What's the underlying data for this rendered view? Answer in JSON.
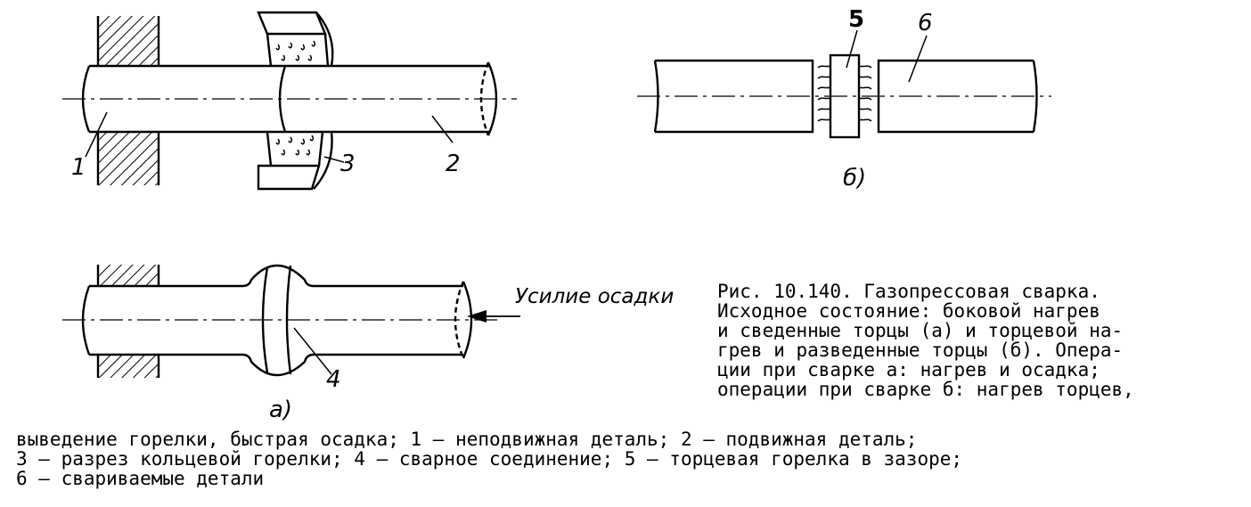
{
  "figure": {
    "part_labels": {
      "n1": "1",
      "n2": "2",
      "n3": "3",
      "n4": "4",
      "n5": "5",
      "n6": "6"
    },
    "subfigure_labels": {
      "a": "а)",
      "b": "б)"
    },
    "force_label": "Усилие осадки"
  },
  "caption": {
    "top_lines": [
      "Рис. 10.140. Газопрессовая  сварка.",
      "Исходное состояние: боковой нагрев",
      "и сведенные торцы (а) и торцевой на-",
      "грев и разведенные торцы (б). Опера-",
      "ции при сварке а: нагрев и осадка;",
      "операции при сварке б: нагрев торцев,"
    ],
    "bottom_lines": [
      "выведение горелки,  быстрая  осадка; 1 — неподвижная деталь; 2 — подвижная деталь;",
      "3 — разрез кольцевой горелки; 4 — сварное соединение; 5 — торцевая горелка в зазоре;",
      "6 — свариваемые детали"
    ]
  }
}
